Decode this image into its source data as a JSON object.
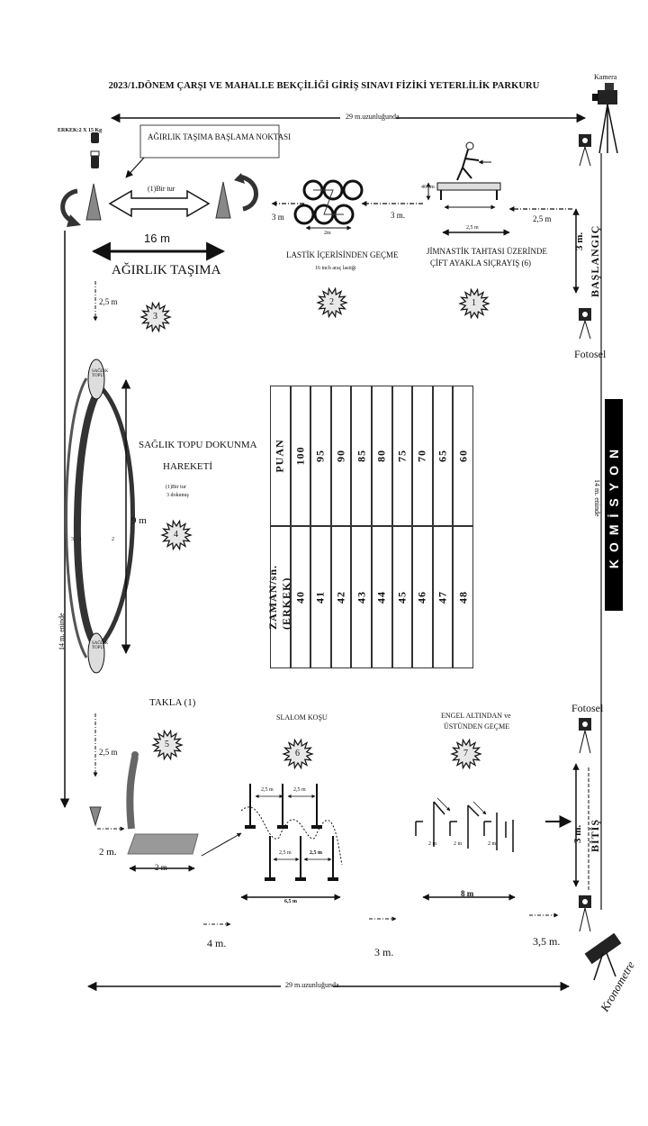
{
  "title": "2023/1.DÖNEM ÇARŞI VE MAHALLE BEKÇİLİĞİ GİRİŞ SINAVI FİZİKİ YETERLİLİK PARKURU",
  "top_dimension": "29 m.uzunluğunda",
  "bottom_dimension": "29 m.uzunluğunda",
  "camera_label": "Kamera",
  "weight_label": "ERKEK:2 X 15 Kg",
  "weight_start_box": "AĞIRLIK TAŞIMA BAŞLAMA NOKTASI",
  "one_lap": "(1)Bir tur",
  "dist_16m": "16 m",
  "weight_carry": "AĞIRLIK TAŞIMA",
  "dist_3m_a": "3 m",
  "dist_3m_b": "3 m.",
  "dist_2_5m_top": "2,5 m",
  "tire_spacing": "2m",
  "tire_label": "LASTİK İÇERİSİNDEN GEÇME",
  "tire_note": "16 inch araç lastiği",
  "board_height": "46 cm",
  "board_length": "2,5 m",
  "board_label_1": "JİMNASTİK TAHTASI ÜZERİNDE",
  "board_label_2": "ÇİFT AYAKLA SIÇRAYIŞ (6)",
  "start_width": "3 m.",
  "start_label": "BAŞLANGIÇ",
  "fotosel_top": "Fotosel",
  "fotosel_bottom": "Fotosel",
  "station_numbers": [
    "1",
    "2",
    "3",
    "4",
    "5",
    "6",
    "7"
  ],
  "dist_2_5m_left": "2,5 m",
  "ball_label": "SAĞLIK TOPU",
  "ball_title_1": "SAĞLIK TOPU DOKUNMA",
  "ball_title_2": "HAREKETİ",
  "ball_note_1": "(1)Bir tur",
  "ball_note_2": "3 dokunuş",
  "dist_9m": "9 m",
  "circle_num_3": "3",
  "circle_num_1": "1",
  "circle_num_2": "2",
  "left_14m": "14 m. eninde",
  "right_14m": "14 m. eninde",
  "komisyon": "KOMİSYON",
  "table": {
    "puan_header": "PUAN",
    "zaman_header": "ZAMAN/sn. (ERKEK)",
    "puan": [
      "100",
      "95",
      "90",
      "85",
      "80",
      "75",
      "70",
      "65",
      "60"
    ],
    "zaman": [
      "40",
      "41",
      "42",
      "43",
      "44",
      "45",
      "46",
      "47",
      "48"
    ]
  },
  "takla_label": "TAKLA (1)",
  "dist_2_5m_bottom_left": "2,5 m",
  "dist_2m_side": "2 m.",
  "dist_2m_mat": "2 m",
  "slalom_label": "SLALOM KOŞU",
  "slalom_2_5m": "2,5 m",
  "slalom_6_5m": "6,5 m",
  "hurdle_label_1": "ENGEL ALTINDAN ve",
  "hurdle_label_2": "ÜSTÜNDEN GEÇME",
  "hurdle_2m": "2 m",
  "hurdle_8m": "8 m",
  "finish_width": "3 m.",
  "finish_label": "BİTİŞ",
  "dist_4m": "4 m.",
  "dist_3m_bottom": "3 m.",
  "dist_3_5m": "3,5 m.",
  "kronometre": "Kronometre"
}
